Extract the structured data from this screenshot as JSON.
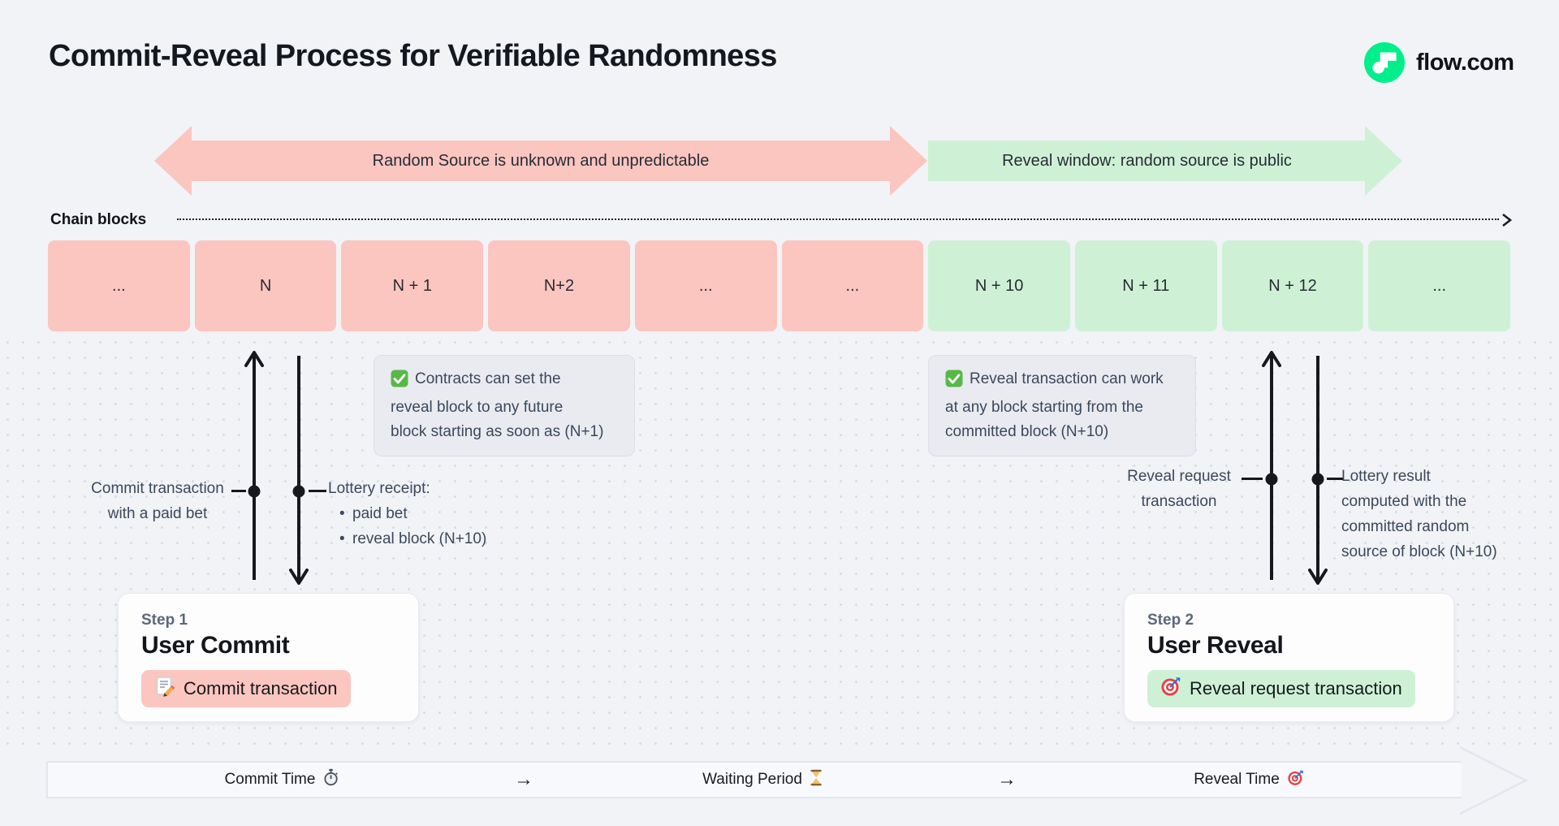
{
  "header": {
    "title": "Commit-Reveal Process for Verifiable Randomness",
    "brand": "flow.com"
  },
  "phase_bands": {
    "commit": {
      "label": "Random Source is unknown and unpredictable",
      "color": "#fbc6c0"
    },
    "reveal": {
      "label": "Reveal window: random source is public",
      "color": "#cef1d6"
    }
  },
  "chain": {
    "label": "Chain blocks",
    "blocks": [
      {
        "label": "...",
        "phase": "commit"
      },
      {
        "label": "N",
        "phase": "commit"
      },
      {
        "label": "N + 1",
        "phase": "commit"
      },
      {
        "label": "N+2",
        "phase": "commit"
      },
      {
        "label": "...",
        "phase": "commit"
      },
      {
        "label": "...",
        "phase": "commit"
      },
      {
        "label": "N + 10",
        "phase": "reveal"
      },
      {
        "label": "N + 11",
        "phase": "reveal"
      },
      {
        "label": "N + 12",
        "phase": "reveal"
      },
      {
        "label": "...",
        "phase": "reveal"
      }
    ]
  },
  "notes": {
    "commit": {
      "icon": "check-icon",
      "lines": [
        "Contracts can set the",
        "reveal block to any future",
        "block starting as soon as (N+1)"
      ]
    },
    "reveal": {
      "icon": "check-icon",
      "lines": [
        "Reveal transaction can work",
        "at any block starting from the",
        "committed block (N+10)"
      ]
    }
  },
  "annotations": {
    "commit_tx": {
      "lines": [
        "Commit transaction",
        "with a paid bet"
      ]
    },
    "lottery_receipt": {
      "title": "Lottery receipt:",
      "bullet": "•",
      "items": [
        "paid bet",
        "reveal block (N+10)"
      ]
    },
    "reveal_request": {
      "lines": [
        "Reveal request",
        "transaction"
      ]
    },
    "lottery_result": {
      "lines": [
        "Lottery result",
        "computed with the",
        "committed random",
        "source of block (N+10)"
      ]
    }
  },
  "steps": {
    "commit": {
      "eyebrow": "Step 1",
      "title": "User Commit",
      "pill_label": "Commit transaction",
      "pill_icon": "memo-icon",
      "pill_color": "#fbc6c0"
    },
    "reveal": {
      "eyebrow": "Step 2",
      "title": "User Reveal",
      "pill_label": "Reveal request transaction",
      "pill_icon": "target-icon",
      "pill_color": "#cef1d6"
    }
  },
  "timeline": {
    "commit": {
      "label": "Commit Time",
      "icon": "stopwatch-icon"
    },
    "arrow1": "→",
    "waiting": {
      "label": "Waiting Period",
      "icon": "hourglass-icon"
    },
    "arrow2": "→",
    "reveal": {
      "label": "Reveal Time",
      "icon": "target-icon"
    }
  },
  "colors": {
    "background": "#f1f3f7",
    "flow_green": "#00ef8b",
    "commit_pink": "#fbc6c0",
    "reveal_green": "#cef1d6",
    "ink": "#16181e",
    "slate_text": "#3b485c"
  }
}
